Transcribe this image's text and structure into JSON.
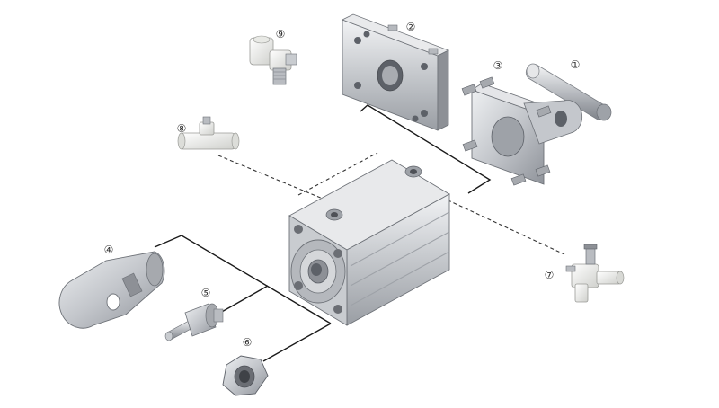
{
  "diagram": {
    "colors": {
      "line_solid": "#1a1a1a",
      "line_dashed": "#333333",
      "metal_light": "#dcdde0",
      "metal_mid": "#b8babf",
      "metal_dark": "#8d9096",
      "plastic": "#eeeeea",
      "callout_stroke": "#333333"
    },
    "callouts": [
      {
        "id": "1",
        "label": "①"
      },
      {
        "id": "2",
        "label": "②"
      },
      {
        "id": "3",
        "label": "③"
      },
      {
        "id": "4",
        "label": "④"
      },
      {
        "id": "5",
        "label": "⑤"
      },
      {
        "id": "6",
        "label": "⑥"
      },
      {
        "id": "7",
        "label": "⑦"
      },
      {
        "id": "8",
        "label": "⑧"
      },
      {
        "id": "9",
        "label": "⑨"
      }
    ]
  }
}
